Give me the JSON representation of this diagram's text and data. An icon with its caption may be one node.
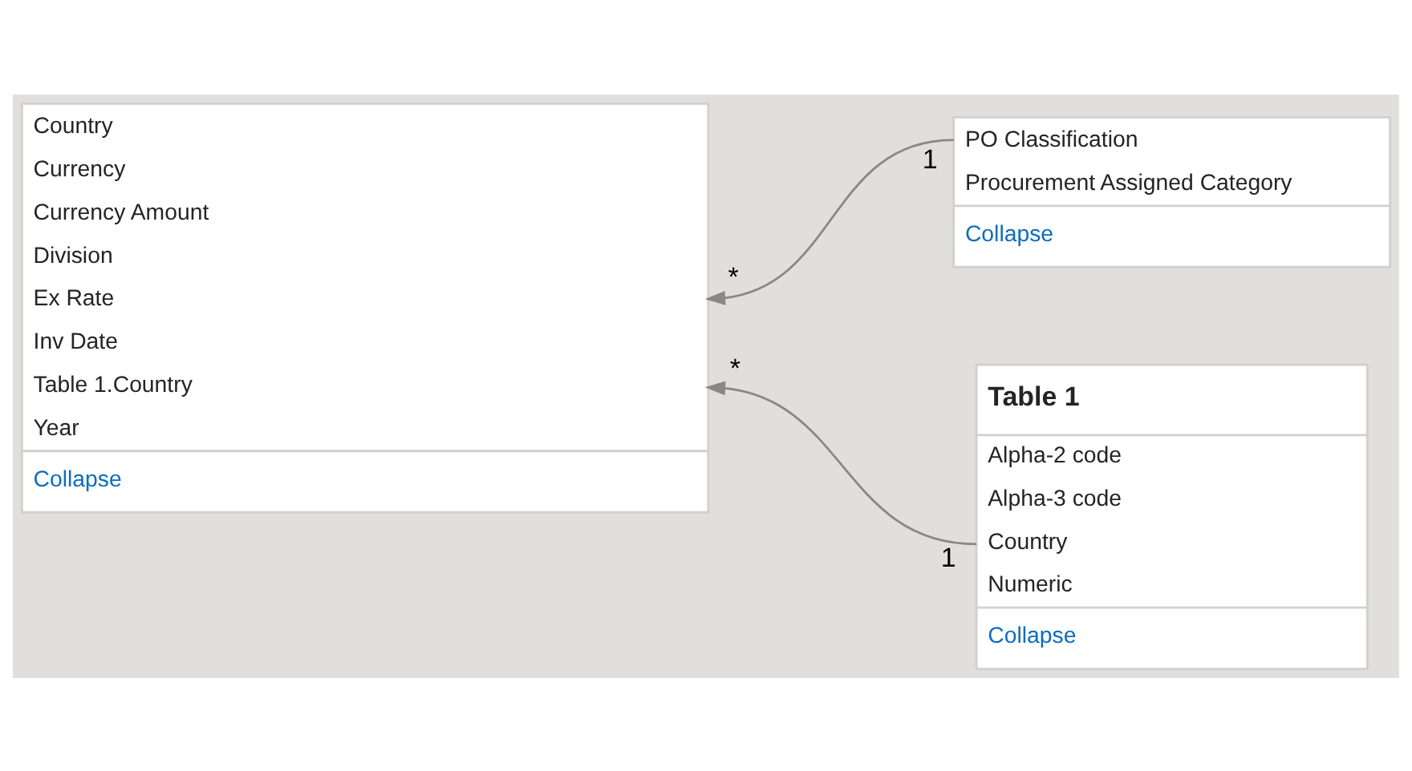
{
  "diagram": {
    "nodes": [
      {
        "text": [
          "Country",
          "Currency",
          "Currency Amount",
          "Division",
          "Ex Rate",
          "Inv Date",
          "Table 1.Country",
          "Year",
          "Collapse"
        ],
        "beside": [
          "*",
          "*"
        ]
      },
      {
        "text": [
          "PO Classification",
          "Procurement Assigned Category",
          "Collapse"
        ],
        "beside": [
          "1"
        ]
      },
      {
        "text": [
          "Table 1",
          "Alpha-2 code",
          "Alpha-3 code",
          "Country",
          "Numeric",
          "Collapse"
        ],
        "beside": [
          "1"
        ]
      }
    ],
    "edges": [
      {
        "from": 1,
        "to": 0,
        "arrow": "to"
      },
      {
        "from": 2,
        "to": 0,
        "arrow": "to"
      }
    ]
  }
}
